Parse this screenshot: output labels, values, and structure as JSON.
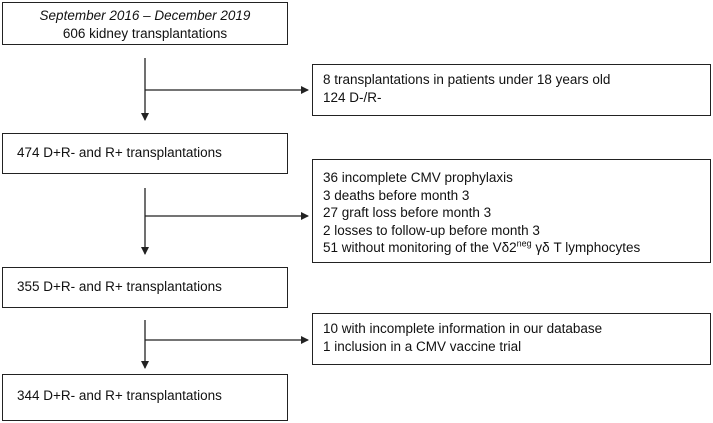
{
  "box1": {
    "line1": "September 2016 – December 2019",
    "line2": "606 kidney transplantations"
  },
  "excl1": {
    "lines": [
      "8 transplantations in patients under 18 years old",
      "124 D-/R-"
    ]
  },
  "box2": {
    "text": "474 D+R- and R+ transplantations"
  },
  "excl2": {
    "lines": [
      "36 incomplete CMV prophylaxis",
      "3 deaths before month 3",
      "27 graft loss before month 3",
      "2 losses to follow-up before month 3"
    ],
    "last_prefix": "51 without monitoring of the Vδ2",
    "last_sup": "neg",
    "last_suffix": " γδ T lymphocytes"
  },
  "box3": {
    "text": "355 D+R- and R+ transplantations"
  },
  "excl3": {
    "lines": [
      "10 with incomplete information in our database",
      "1 inclusion in a CMV vaccine trial"
    ]
  },
  "box4": {
    "text": "344 D+R- and R+ transplantations"
  }
}
